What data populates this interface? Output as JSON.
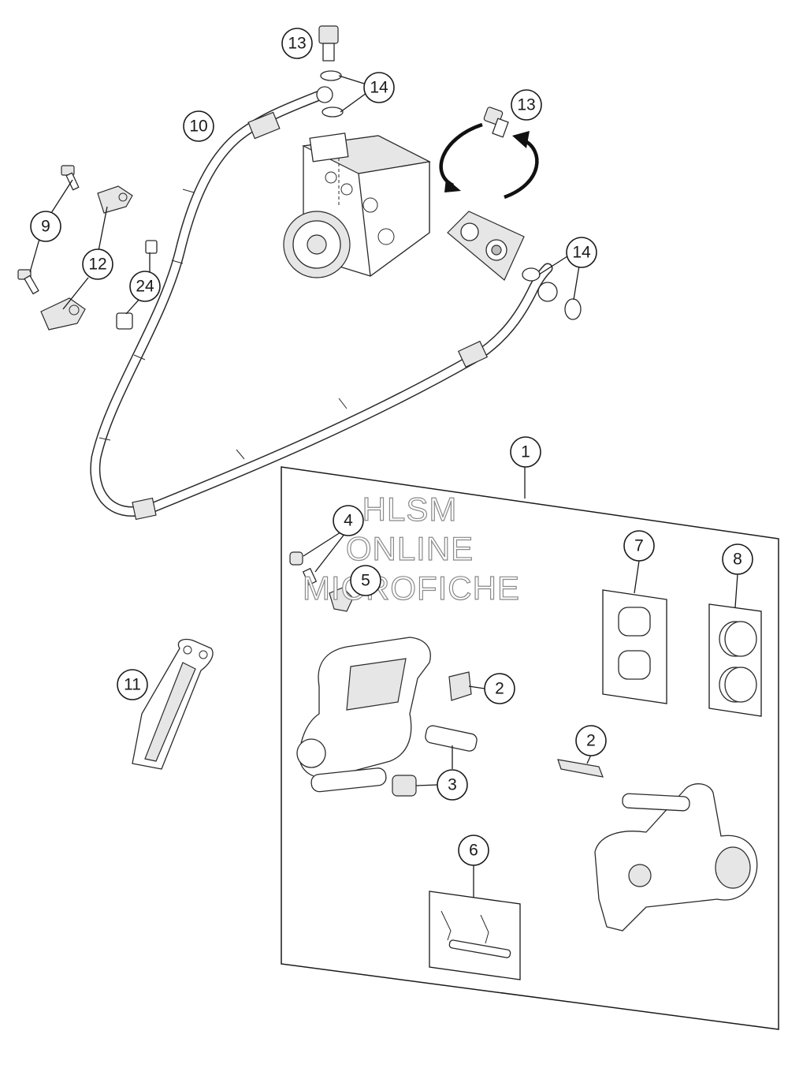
{
  "watermark": {
    "line1": "HLSM",
    "line2": "ONLINE",
    "line3": "MICROFICHE"
  },
  "callouts": {
    "c1": "1",
    "c2a": "2",
    "c2b": "2",
    "c3": "3",
    "c4": "4",
    "c5": "5",
    "c6": "6",
    "c7": "7",
    "c8": "8",
    "c9": "9",
    "c10": "10",
    "c11": "11",
    "c12": "12",
    "c13a": "13",
    "c13b": "13",
    "c14a": "14",
    "c14b": "14",
    "c24": "24"
  }
}
